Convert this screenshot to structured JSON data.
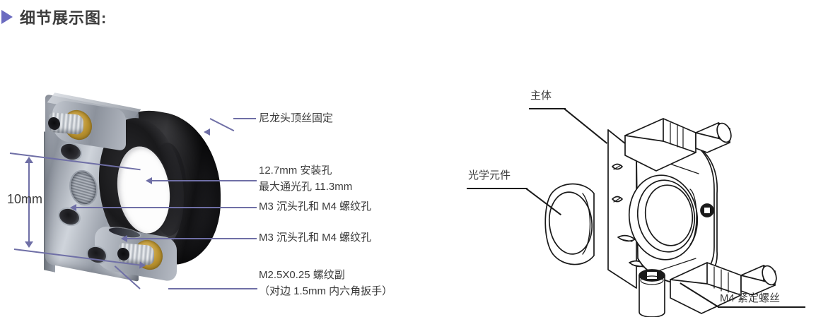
{
  "header": {
    "title": "细节展示图:",
    "bullet_icon": "triangle-right-icon",
    "bullet_color": "#6b6bc0"
  },
  "colors": {
    "leader_purple": "#6f6fa6",
    "leader_black": "#1a1a1a",
    "text": "#3a3a3a",
    "background": "#ffffff",
    "metal_silver": "#b9bec7",
    "ring_black": "#1c1c1e",
    "bushing_brass": "#b8912f"
  },
  "left_figure": {
    "name": "photographic-optical-mount",
    "dimension": {
      "value": "10mm",
      "orientation": "vertical",
      "arrow": "double-headed-arrow-icon"
    },
    "callouts": [
      {
        "id": "nylon-tip-setscrew",
        "label": "尼龙头顶丝固定",
        "line2": ""
      },
      {
        "id": "mounting-bore",
        "label": "12.7mm 安装孔",
        "line2": "最大通光孔 11.3mm"
      },
      {
        "id": "m3-counterbore-1",
        "label": "M3 沉头孔和 M4 螺纹孔",
        "line2": ""
      },
      {
        "id": "m3-counterbore-2",
        "label": "M3 沉头孔和 M4 螺纹孔",
        "line2": ""
      },
      {
        "id": "thread-pair",
        "label": "M2.5X0.25 螺纹副",
        "line2": "（对边 1.5mm 内六角扳手）"
      }
    ]
  },
  "right_figure": {
    "name": "lineart-exploded-assembly",
    "callouts": [
      {
        "id": "main-body",
        "label": "主体"
      },
      {
        "id": "optical-element",
        "label": "光学元件"
      },
      {
        "id": "m4-set-screw",
        "label": "M4 紧定螺丝"
      }
    ]
  }
}
